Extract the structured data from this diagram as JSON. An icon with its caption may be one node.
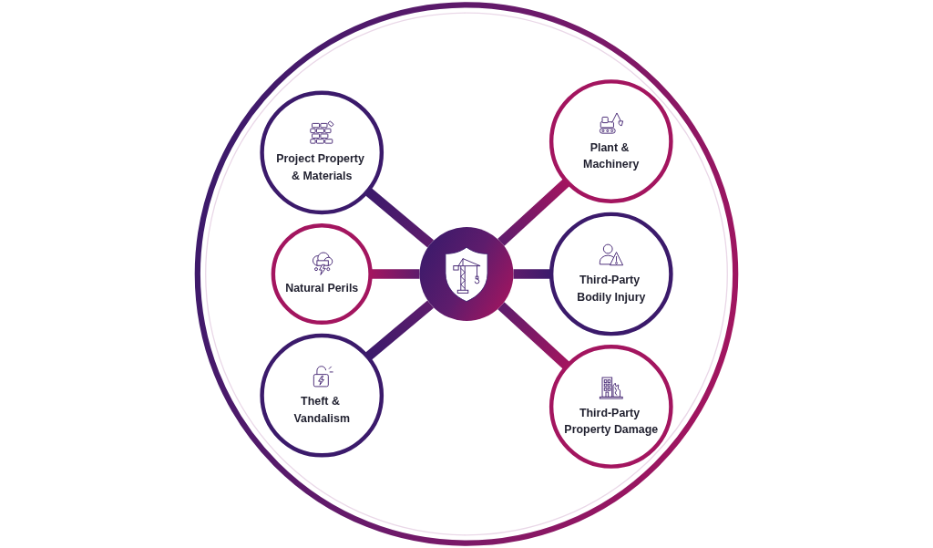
{
  "diagram": {
    "nodes": [
      {
        "text": [
          "Project Property & Materials"
        ]
      },
      {
        "text": [
          "Natural Perils"
        ]
      },
      {
        "text": [
          "Plant & Machinery"
        ]
      },
      {
        "text": [],
        "shape": "circle"
      },
      {
        "text": [
          "Theft & Vandalism"
        ]
      },
      {
        "text": [
          "Third-Party Bodily Injury"
        ]
      },
      {
        "text": [
          "Third-Party Property Damage"
        ]
      }
    ],
    "edges": [
      {
        "from": 0,
        "to": 3,
        "arrow": "none"
      },
      {
        "from": 1,
        "to": 3,
        "arrow": "none"
      },
      {
        "from": 3,
        "to": 2,
        "arrow": "none"
      },
      {
        "from": 4,
        "to": 3,
        "arrow": "none"
      },
      {
        "from": 3,
        "to": 5,
        "arrow": "none"
      },
      {
        "from": 3,
        "to": 6,
        "arrow": "none"
      }
    ]
  }
}
